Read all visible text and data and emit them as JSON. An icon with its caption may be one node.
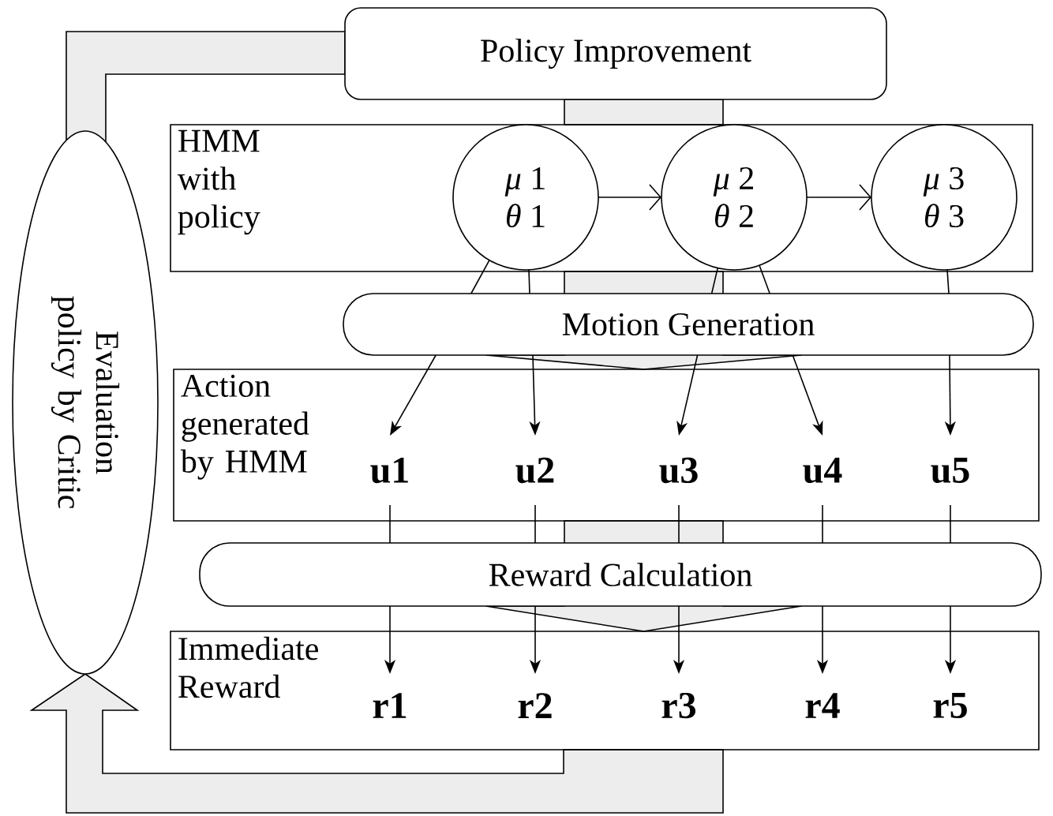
{
  "diagram": {
    "nodes": [
      {
        "text": [
          "Policy Improvement"
        ]
      },
      {
        "text": [
          "HMM with policy"
        ]
      },
      {
        "text": [
          "*μ* 1",
          "*θ* 1"
        ],
        "in": 1
      },
      {
        "text": [
          "*μ* 2",
          "*θ* 2"
        ],
        "in": 1
      },
      {
        "text": [
          "*μ* 3",
          "*θ* 3"
        ],
        "in": 1
      },
      {
        "text": [
          "Motion Generation"
        ]
      },
      {
        "text": [
          "Action generated by HMM"
        ]
      },
      {
        "text": [
          "u1"
        ],
        "in": 6
      },
      {
        "text": [
          "u2"
        ],
        "in": 6
      },
      {
        "text": [
          "u3"
        ],
        "in": 6
      },
      {
        "text": [
          "u4"
        ],
        "in": 6
      },
      {
        "text": [
          "u5"
        ],
        "in": 6
      },
      {
        "text": [
          "Reward Calculation"
        ]
      },
      {
        "text": [
          "Immediate Reward"
        ]
      },
      {
        "text": [
          "r1"
        ],
        "in": 13
      },
      {
        "text": [
          "r2"
        ],
        "in": 13
      },
      {
        "text": [
          "r3"
        ],
        "in": 13
      },
      {
        "text": [
          "r4"
        ],
        "in": 13
      },
      {
        "text": [
          "r5"
        ],
        "in": 13
      },
      {
        "text": [
          "Evaluation policy by Critic"
        ]
      }
    ],
    "edges": [
      {
        "from": 0,
        "to": 1,
        "arrow": "none"
      },
      {
        "from": 2,
        "to": 3,
        "arrow": "to"
      },
      {
        "from": 3,
        "to": 4,
        "arrow": "to"
      },
      {
        "from": 1,
        "to": 6,
        "arrow": "to"
      },
      {
        "from": 2,
        "to": 5,
        "arrow": "none"
      },
      {
        "from": 5,
        "to": 7,
        "arrow": "to"
      },
      {
        "from": 2,
        "to": 5,
        "arrow": "none"
      },
      {
        "from": 5,
        "to": 8,
        "arrow": "to"
      },
      {
        "from": 3,
        "to": 5,
        "arrow": "none"
      },
      {
        "from": 5,
        "to": 9,
        "arrow": "to"
      },
      {
        "from": 3,
        "to": 5,
        "arrow": "none"
      },
      {
        "from": 5,
        "to": 10,
        "arrow": "to"
      },
      {
        "from": 4,
        "to": 5,
        "arrow": "none"
      },
      {
        "from": 5,
        "to": 11,
        "arrow": "to"
      },
      {
        "from": 6,
        "to": 13,
        "arrow": "to"
      },
      {
        "from": 7,
        "to": 12,
        "arrow": "none"
      },
      {
        "from": 12,
        "to": 14,
        "arrow": "to"
      },
      {
        "from": 8,
        "to": 12,
        "arrow": "none"
      },
      {
        "from": 12,
        "to": 15,
        "arrow": "to"
      },
      {
        "from": 9,
        "to": 12,
        "arrow": "none"
      },
      {
        "from": 12,
        "to": 16,
        "arrow": "to"
      },
      {
        "from": 10,
        "to": 12,
        "arrow": "none"
      },
      {
        "from": 12,
        "to": 17,
        "arrow": "to"
      },
      {
        "from": 11,
        "to": 12,
        "arrow": "none"
      },
      {
        "from": 12,
        "to": 18,
        "arrow": "to"
      },
      {
        "from": 13,
        "to": 19,
        "arrow": "to"
      },
      {
        "from": 19,
        "to": 0,
        "arrow": "none"
      }
    ]
  }
}
